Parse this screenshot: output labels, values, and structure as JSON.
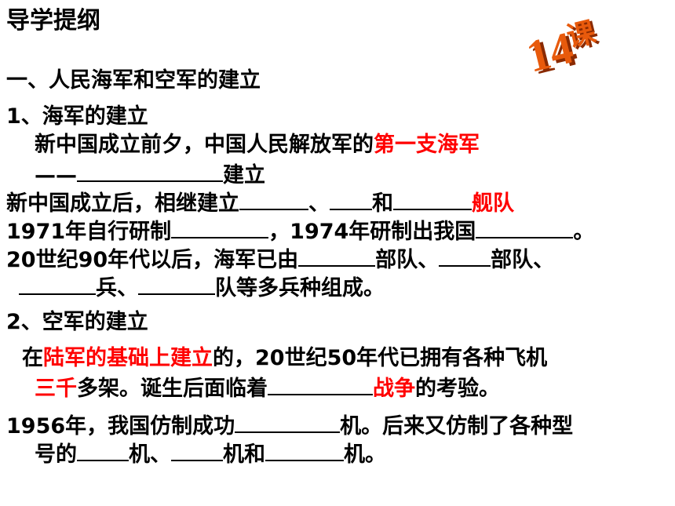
{
  "title": "导学提纲",
  "badge": {
    "num": "14",
    "char": "课"
  },
  "section1": {
    "heading": "一、人民海军和空军的建立"
  },
  "s1_1": {
    "head": "1、海军的建立"
  },
  "l_a": {
    "t1": "新中国成立前夕，中国人民解放军的",
    "t2": "第一支海军"
  },
  "l_b": {
    "dash": "——",
    "t1": "建立"
  },
  "l_c": {
    "t1": "新中国成立后，相继建立",
    "t2": "、",
    "t3": "和",
    "t4": "舰队"
  },
  "l_d": {
    "t1": "1971年自行研制",
    "t2": "，1974年研制出我国",
    "t3": "。"
  },
  "l_e": {
    "t1": "20世纪90年代以后，海军已由",
    "t2": "部队、",
    "t3": "部队、"
  },
  "l_f": {
    "t1": "兵、",
    "t2": "队等多兵种组成。"
  },
  "s1_2": {
    "head": "2、空军的建立"
  },
  "l_g": {
    "t1": "在",
    "t2": "陆军的基础上建立",
    "t3": "的，20世纪50年代已拥有各种飞机"
  },
  "l_h": {
    "t1": "三千",
    "t2": "多架。诞生后面临着",
    "t3": "战争",
    "t4": "的考验。"
  },
  "l_i": {
    "t1": "1956年，我国仿制成功",
    "t2": "机。后来又仿制了各种型"
  },
  "l_j": {
    "t1": "号的",
    "t2": "机、",
    "t3": "机和",
    "t4": "机。"
  },
  "colors": {
    "highlight": "#ff0000",
    "badge_front": "#e85a0c",
    "badge_side": "#8a2a00"
  },
  "icons": {
    "badge": "3d-lesson-number-icon"
  }
}
